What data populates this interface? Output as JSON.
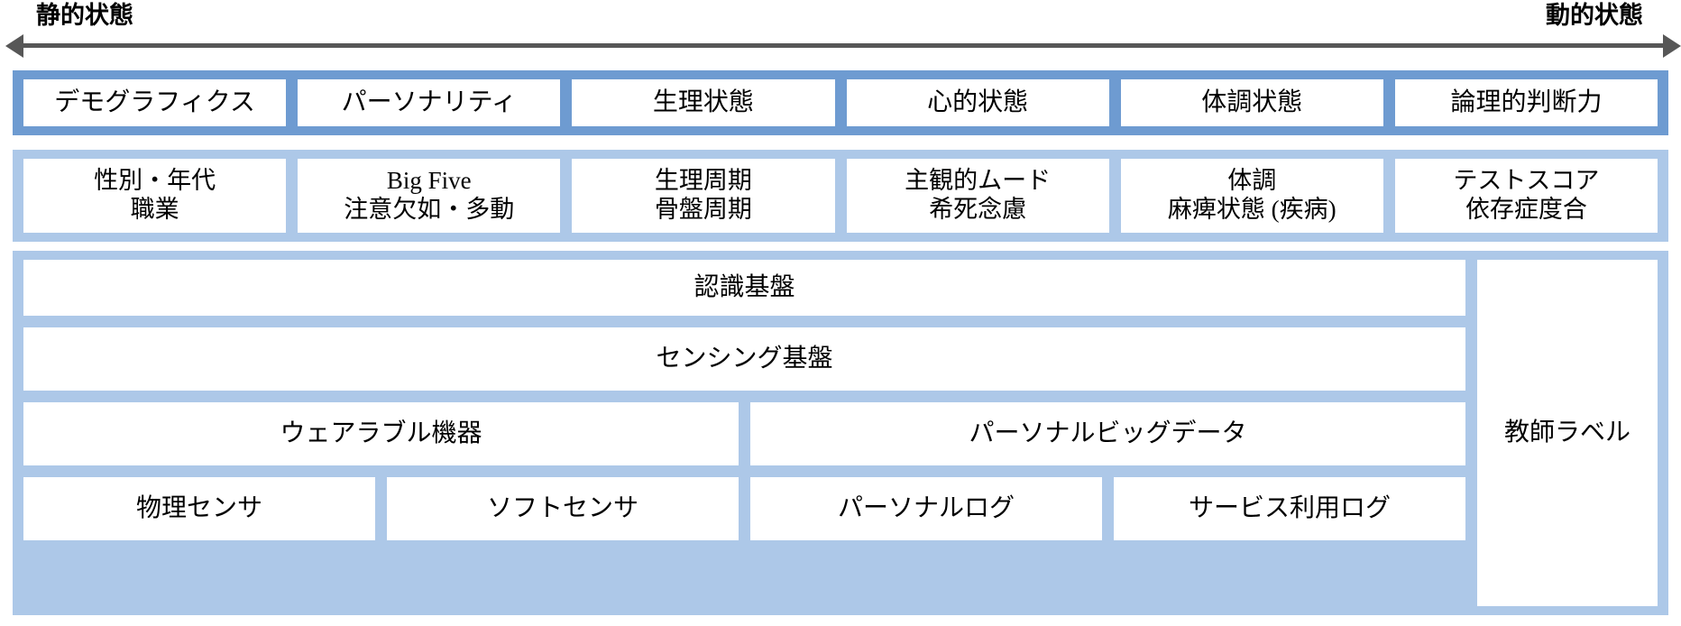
{
  "axis": {
    "left_label": "静的状態",
    "right_label": "動的状態",
    "left_arrow": "arrow-left-icon",
    "right_arrow": "arrow-right-icon",
    "line_color": "#575757"
  },
  "colors": {
    "band_dark": "#6E9BD1",
    "band_light": "#ADC8E8",
    "cell_background": "#FFFFFF",
    "text": "#000000"
  },
  "categories": [
    {
      "label": "デモグラフィクス"
    },
    {
      "label": "パーソナリティ"
    },
    {
      "label": "生理状態"
    },
    {
      "label": "心的状態"
    },
    {
      "label": "体調状態"
    },
    {
      "label": "論理的判断力"
    }
  ],
  "attributes": [
    {
      "line1": "性別・年代",
      "line2": "職業"
    },
    {
      "line1": "Big Five",
      "line2": "注意欠如・多動"
    },
    {
      "line1": "生理周期",
      "line2": "骨盤周期"
    },
    {
      "line1": "主観的ムード",
      "line2": "希死念慮"
    },
    {
      "line1": "体調",
      "line2": "麻痺状態 (疾病)"
    },
    {
      "line1": "テストスコア",
      "line2": "依存症度合"
    }
  ],
  "platform": {
    "recognition": "認識基盤",
    "sensing": "センシング基盤",
    "teacher_label": "教師ラベル",
    "sources": [
      {
        "label": "ウェアラブル機器"
      },
      {
        "label": "パーソナルビッグデータ"
      }
    ],
    "leaves": [
      {
        "label": "物理センサ"
      },
      {
        "label": "ソフトセンサ"
      },
      {
        "label": "パーソナルログ"
      },
      {
        "label": "サービス利用ログ"
      }
    ]
  }
}
